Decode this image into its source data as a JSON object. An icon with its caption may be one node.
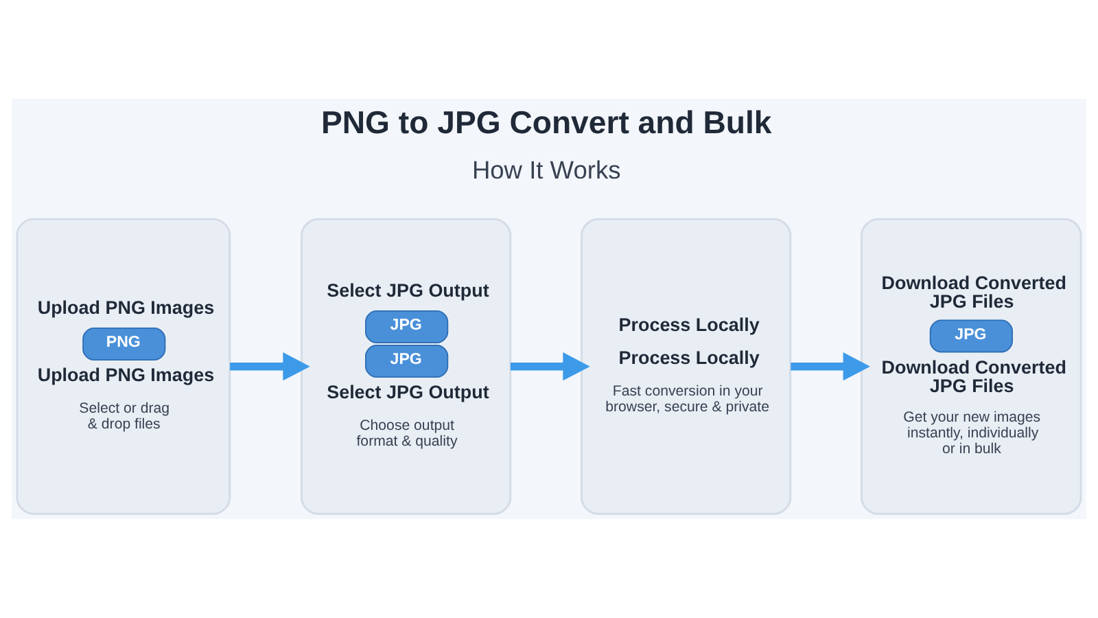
{
  "diagram": {
    "title": "PNG to JPG Convert and Bulk",
    "nodes": [
      {
        "text": [
          "Upload PNG Images",
          "PNG",
          "Upload PNG Images",
          "Select or drag & drop files"
        ]
      },
      {
        "text": [
          "Select JPG Output",
          "JPG",
          "JPG",
          "Select JPG Output",
          "Choose output format & quality"
        ]
      },
      {
        "text": [
          "Process Locally",
          "Process Locally",
          "Fast conversion in your browser, secure & private"
        ]
      },
      {
        "text": [
          "Download Converted JPG Files",
          "JPG",
          "Download Converted JPG Files",
          "Get your new images instantly, individually or in bulk"
        ]
      }
    ],
    "edges": [
      {
        "from": 0,
        "to": 1,
        "arrow": "to"
      },
      {
        "from": 1,
        "to": 2,
        "arrow": "to"
      },
      {
        "from": 2,
        "to": 3,
        "arrow": "to"
      }
    ],
    "labels": [
      "How It Works"
    ]
  }
}
